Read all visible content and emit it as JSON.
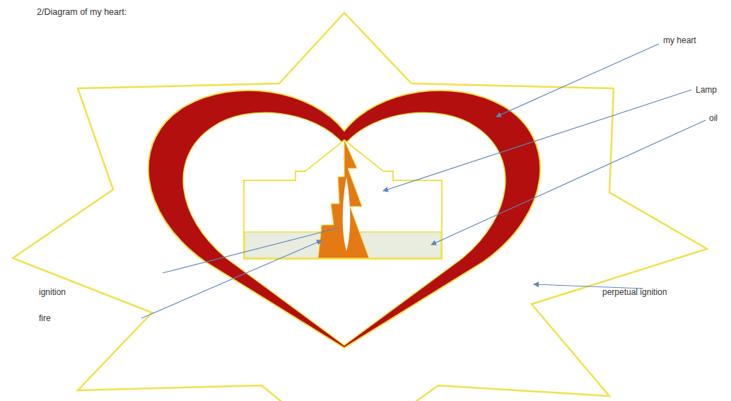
{
  "diagram": {
    "title": "2/Diagram of my heart:",
    "labels": [
      "my heart",
      "Lamp",
      "oil",
      "ignition",
      "fire",
      "perpetual ignition"
    ]
  }
}
